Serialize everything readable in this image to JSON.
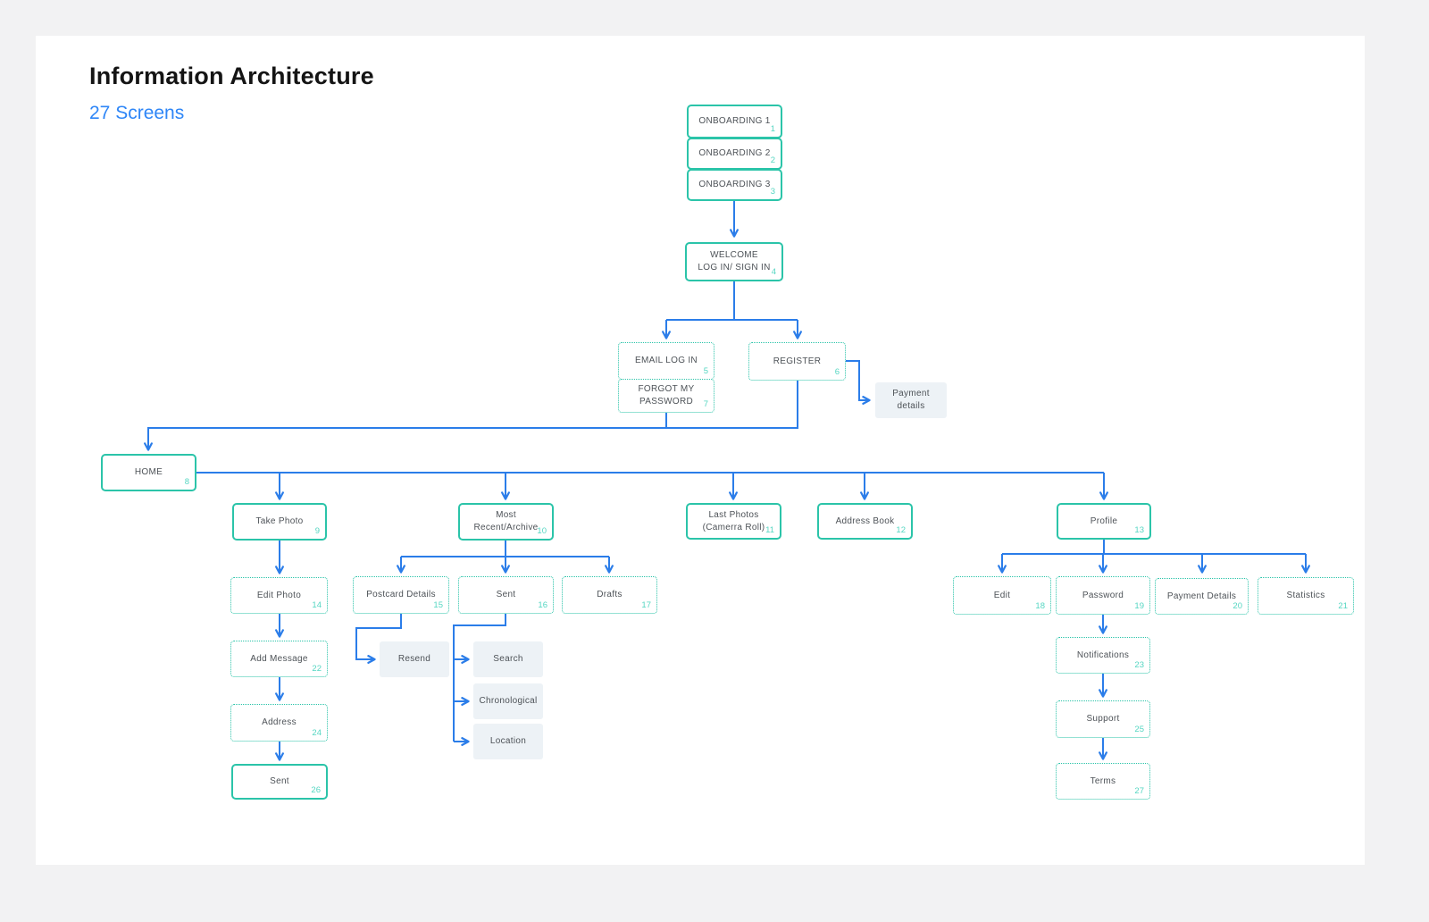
{
  "page": {
    "title": "Information Architecture",
    "subtitle": "27 Screens"
  },
  "colors": {
    "connector_blue": "#2b7de9",
    "node_border_teal": "#2bc4a9",
    "screen_number_teal": "#55d6c2",
    "subtitle_blue": "#2e86f7",
    "plain_node_bg": "#edf2f6",
    "card_bg": "#ffffff"
  },
  "diagram": {
    "nodes": [
      {
        "id": "onboarding-1",
        "label": "ONBOARDING 1",
        "number": "1",
        "variant": "solid"
      },
      {
        "id": "onboarding-2",
        "label": "ONBOARDING 2",
        "number": "2",
        "variant": "solid"
      },
      {
        "id": "onboarding-3",
        "label": "ONBOARDING 3",
        "number": "3",
        "variant": "solid"
      },
      {
        "id": "welcome",
        "label": "WELCOME",
        "label2": "LOG IN/ SIGN IN",
        "number": "4",
        "variant": "solid"
      },
      {
        "id": "email-log-in",
        "label": "EMAIL LOG IN",
        "number": "5",
        "variant": "dotted"
      },
      {
        "id": "forgot-my-password",
        "label": "FORGOT MY PASSWORD",
        "number": "7",
        "variant": "dotted"
      },
      {
        "id": "register",
        "label": "REGISTER",
        "number": "6",
        "variant": "dotted"
      },
      {
        "id": "payment-details-info",
        "label": "Payment",
        "label2": "details",
        "variant": "plain"
      },
      {
        "id": "home",
        "label": "HOME",
        "number": "8",
        "variant": "solid"
      },
      {
        "id": "take-photo",
        "label": "Take Photo",
        "number": "9",
        "variant": "solid"
      },
      {
        "id": "most-recent-archive",
        "label": "Most Recent/Archive",
        "number": "10",
        "variant": "solid"
      },
      {
        "id": "last-photos",
        "label": "Last Photos",
        "label2": "(Camerra Roll)",
        "number": "11",
        "variant": "solid"
      },
      {
        "id": "address-book",
        "label": "Address Book",
        "number": "12",
        "variant": "solid"
      },
      {
        "id": "profile",
        "label": "Profile",
        "number": "13",
        "variant": "solid"
      },
      {
        "id": "edit-photo",
        "label": "Edit Photo",
        "number": "14",
        "variant": "dotted"
      },
      {
        "id": "add-message",
        "label": "Add Message",
        "number": "22",
        "variant": "dotted"
      },
      {
        "id": "address",
        "label": "Address",
        "number": "24",
        "variant": "dotted"
      },
      {
        "id": "sent-final",
        "label": "Sent",
        "number": "26",
        "variant": "solid"
      },
      {
        "id": "postcard-details",
        "label": "Postcard Details",
        "number": "15",
        "variant": "dotted"
      },
      {
        "id": "sent-archive",
        "label": "Sent",
        "number": "16",
        "variant": "dotted"
      },
      {
        "id": "drafts",
        "label": "Drafts",
        "number": "17",
        "variant": "dotted"
      },
      {
        "id": "resend",
        "label": "Resend",
        "variant": "plain"
      },
      {
        "id": "search",
        "label": "Search",
        "variant": "plain"
      },
      {
        "id": "chronological",
        "label": "Chronological",
        "variant": "plain"
      },
      {
        "id": "location",
        "label": "Location",
        "variant": "plain"
      },
      {
        "id": "edit",
        "label": "Edit",
        "number": "18",
        "variant": "dotted"
      },
      {
        "id": "password",
        "label": "Password",
        "number": "19",
        "variant": "dotted"
      },
      {
        "id": "payment-details",
        "label": "Payment Details",
        "number": "20",
        "variant": "dotted"
      },
      {
        "id": "statistics",
        "label": "Statistics",
        "number": "21",
        "variant": "dotted"
      },
      {
        "id": "notifications",
        "label": "Notifications",
        "number": "23",
        "variant": "dotted"
      },
      {
        "id": "support",
        "label": "Support",
        "number": "25",
        "variant": "dotted"
      },
      {
        "id": "terms",
        "label": "Terms",
        "number": "27",
        "variant": "dotted"
      }
    ]
  }
}
